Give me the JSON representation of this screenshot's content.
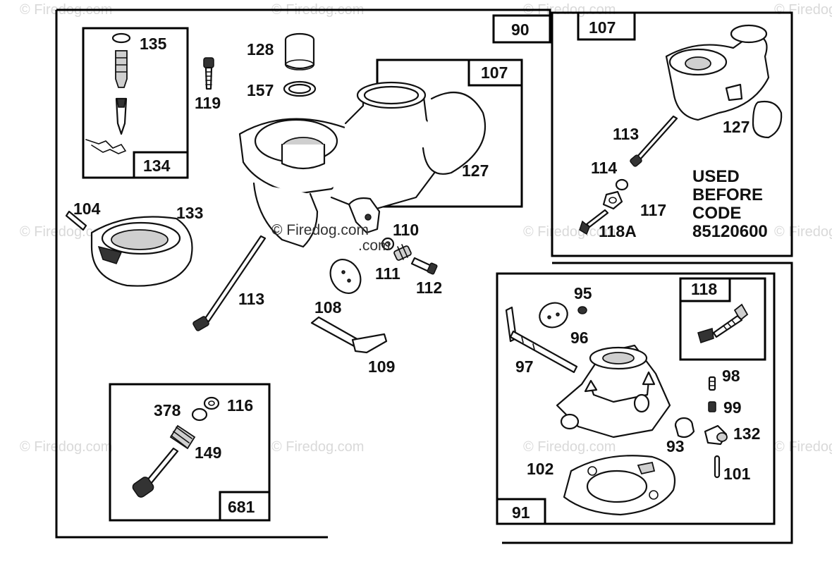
{
  "watermark": {
    "text": "© Firedog.com",
    "main_text": "© Firedog.com"
  },
  "boxes": {
    "main_assembly": "90",
    "upper_body_inset": "107",
    "right_body_box": "107",
    "lower_body_box": "91",
    "float_valve_box": "134",
    "needle_box": "681",
    "screw_box": "118"
  },
  "note": {
    "line1": "USED",
    "line2": "BEFORE",
    "line3": "CODE",
    "line4": "85120600"
  },
  "callouts": {
    "p135": "135",
    "p128": "128",
    "p119": "119",
    "p157": "157",
    "p127_main": "127",
    "p104": "104",
    "p133": "133",
    "p110": "110",
    "p111": "111",
    "p112": "112",
    "p113_main": "113",
    "p108": "108",
    "p109": "109",
    "p378": "378",
    "p116": "116",
    "p149": "149",
    "p113_right": "113",
    "p127_right": "127",
    "p114": "114",
    "p117": "117",
    "p118a": "118A",
    "p95": "95",
    "p96": "96",
    "p97": "97",
    "p98": "98",
    "p99": "99",
    "p93": "93",
    "p132": "132",
    "p102": "102",
    "p101": "101"
  }
}
